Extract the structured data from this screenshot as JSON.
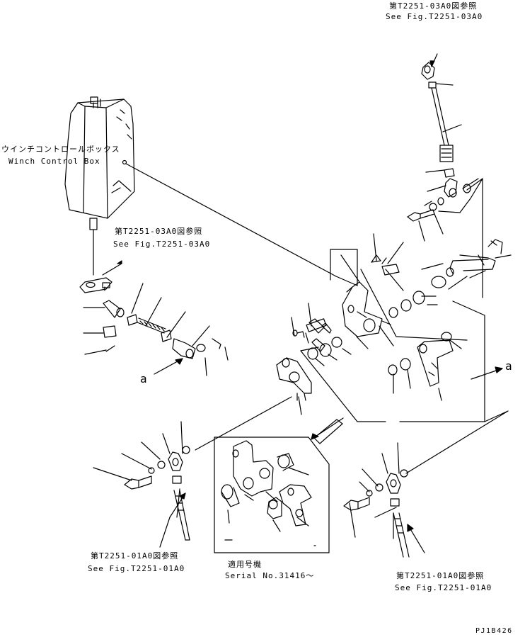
{
  "labels": {
    "ref_top_jp": "第T2251-03A0図参照",
    "ref_top_en": "See Fig.T2251-03A0",
    "winch_jp": "ウインチコントロールボックス",
    "winch_en": "Winch Control Box",
    "ref_mid_jp": "第T2251-03A0図参照",
    "ref_mid_en": "See Fig.T2251-03A0",
    "ref_left_jp": "第T2251-01A0図参照",
    "ref_left_en": "See Fig.T2251-01A0",
    "ref_right_jp": "第T2251-01A0図参照",
    "ref_right_en": "See Fig.T2251-01A0",
    "serial_jp": "適用号機",
    "serial_en": "Serial No.31416〜",
    "marker_a": "a",
    "drawing_code": "PJ1B426"
  }
}
